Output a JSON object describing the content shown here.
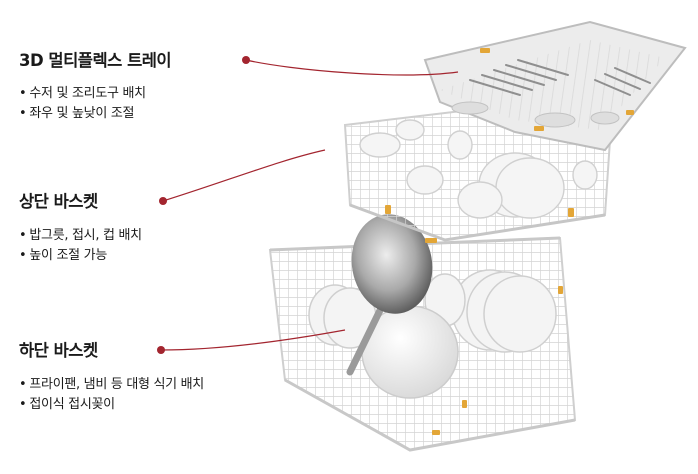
{
  "colors": {
    "accent": "#a3252f",
    "text": "#1a1a1a",
    "rack": "#e6e6e6",
    "dish": "#f2f2f2",
    "clip": "#e3a637"
  },
  "icons": {
    "bullet": "bullet-dot",
    "callout": "callout-dot"
  },
  "callouts": [
    {
      "title": "3D 멀티플렉스 트레이",
      "bullets": [
        "수저 및 조리도구 배치",
        "좌우 및 높낮이 조절"
      ]
    },
    {
      "title": "상단 바스켓",
      "bullets": [
        "밥그릇, 접시, 컵 배치",
        "높이 조절 가능"
      ]
    },
    {
      "title": "하단 바스켓",
      "bullets": [
        "프라이팬, 냄비 등 대형 식기 배치",
        "접이식 접시꽂이"
      ]
    }
  ]
}
